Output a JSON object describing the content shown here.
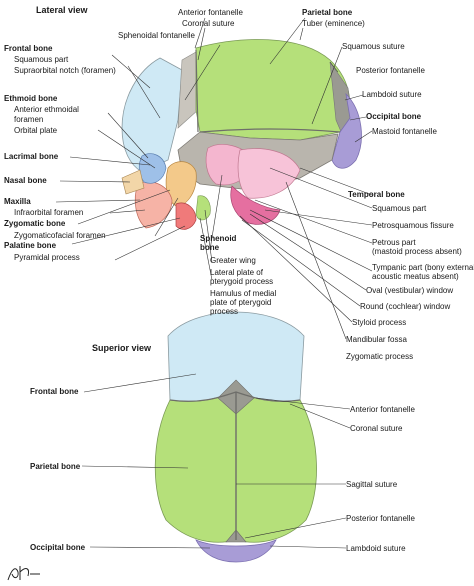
{
  "lateral": {
    "title": "Lateral view",
    "labels": {
      "anterior_fontanelle": "Anterior fontanelle",
      "coronal_suture": "Coronal suture",
      "parietal_bone": "Parietal bone",
      "tuber": "Tuber (eminence)",
      "sphenoidal_fontanelle": "Sphenoidal fontanelle",
      "frontal_bone": "Frontal bone",
      "squamous_part_front": "Squamous part",
      "supraorbital_notch": "Supraorbital notch (foramen)",
      "squamous_suture": "Squamous suture",
      "posterior_fontanelle": "Posterior fontanelle",
      "lambdoid_suture": "Lambdoid suture",
      "ethmoid_bone": "Ethmoid bone",
      "anterior_ethmoidal_1": "Anterior ethmoidal",
      "anterior_ethmoidal_2": "foramen",
      "occipital_bone": "Occipital bone",
      "orbital_plate": "Orbital plate",
      "mastoid_fontanelle": "Mastoid fontanelle",
      "lacrimal_bone": "Lacrimal bone",
      "nasal_bone": "Nasal bone",
      "temporal_bone": "Temporal bone",
      "maxilla": "Maxilla",
      "infraorbital_foramen": "Infraorbital foramen",
      "squamous_part_temp": "Squamous part",
      "zygomatic_bone": "Zygomatic bone",
      "petrosquamous_fissure": "Petrosquamous fissure",
      "zygomaticofacial_foramen": "Zygomaticofacial foramen",
      "sphenoid_bone_1": "Sphenoid",
      "sphenoid_bone_2": "bone",
      "petrous_part_1": "Petrous part",
      "petrous_part_2": "(mastoid process absent)",
      "palatine_bone": "Palatine bone",
      "greater_wing": "Greater wing",
      "pyramidal_process": "Pyramidal process",
      "tympanic_part_1": "Tympanic part (bony external",
      "tympanic_part_2": "acoustic meatus absent)",
      "lateral_plate_1": "Lateral plate of",
      "lateral_plate_2": "pterygoid process",
      "oval_window": "Oval (vestibular) window",
      "hamulus_1": "Hamulus of medial",
      "hamulus_2": "plate of pterygoid",
      "hamulus_3": "process",
      "round_window": "Round (cochlear) window",
      "styloid_process": "Styloid process",
      "mandibular_fossa": "Mandibular fossa",
      "zygomatic_process": "Zygomatic process"
    }
  },
  "superior": {
    "title": "Superior view",
    "labels": {
      "frontal_bone": "Frontal bone",
      "anterior_fontanelle": "Anterior fontanelle",
      "coronal_suture": "Coronal suture",
      "parietal_bone": "Parietal bone",
      "sagittal_suture": "Sagittal suture",
      "posterior_fontanelle": "Posterior fontanelle",
      "occipital_bone": "Occipital bone",
      "lambdoid_suture": "Lambdoid suture"
    }
  },
  "colors": {
    "frontal": "#cfe9f5",
    "parietal": "#b5e07a",
    "occipital": "#a89cd6",
    "sphenoid": "#f4b6cf",
    "temporal_gray": "#b9b5ad",
    "zygomatic": "#f3c98a",
    "maxilla": "#f6b3a6",
    "ethmoid": "#9ec0e8",
    "palatine": "#f07a7a"
  }
}
